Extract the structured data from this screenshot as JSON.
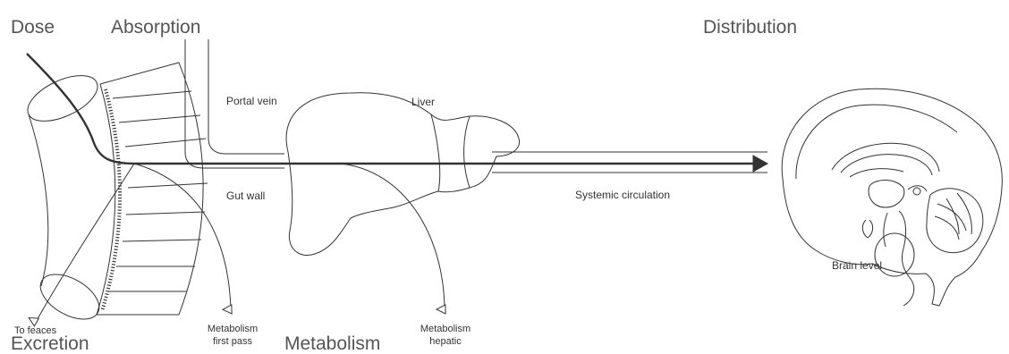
{
  "stages": {
    "dose": "Dose",
    "absorption": "Absorption",
    "distribution": "Distribution",
    "excretion": "Excretion",
    "metabolism": "Metabolism"
  },
  "labels": {
    "portal_vein": "Portal vein",
    "liver": "Liver",
    "gut_wall": "Gut wall",
    "systemic_circulation": "Systemic circulation",
    "brain_level": "Brain level",
    "to_feaces": "To feaces",
    "metabolism_first_pass_1": "Metabolism",
    "metabolism_first_pass_2": "first pass",
    "metabolism_hepatic_1": "Metabolism",
    "metabolism_hepatic_2": "hepatic"
  },
  "colors": {
    "line": "#333333",
    "text": "#444444",
    "heading": "#555555"
  }
}
